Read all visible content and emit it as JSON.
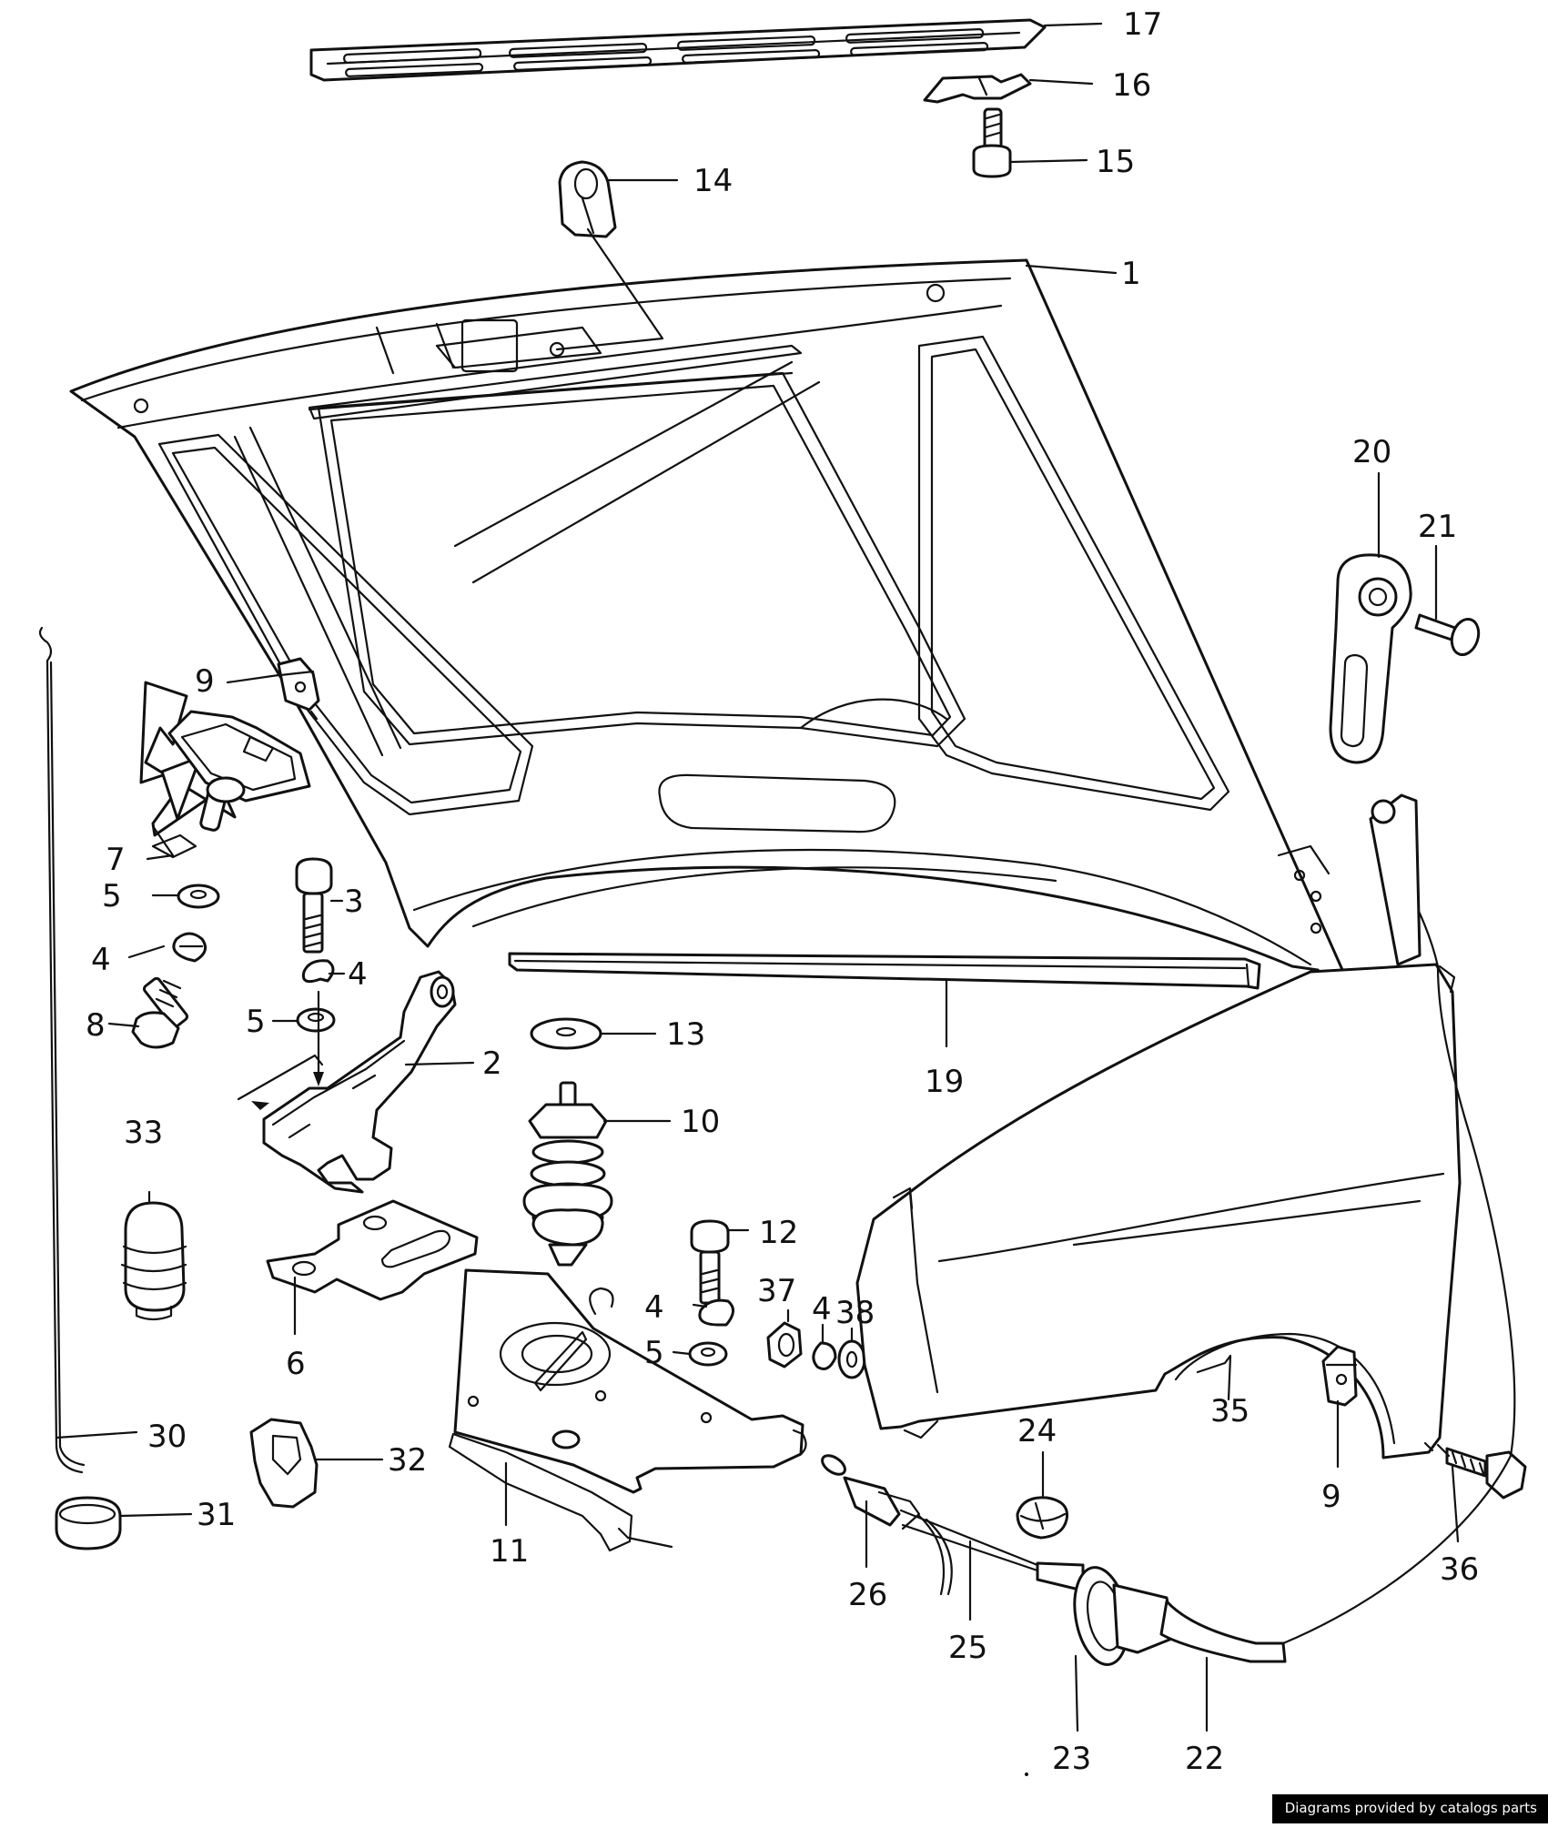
{
  "diagram": {
    "callouts": [
      "17",
      "16",
      "15",
      "14",
      "1",
      "20",
      "21",
      "9",
      "7",
      "5",
      "4",
      "8",
      "3",
      "4",
      "5",
      "2",
      "13",
      "19",
      "10",
      "33",
      "12",
      "37",
      "4",
      "38",
      "4",
      "5",
      "6",
      "35",
      "30",
      "32",
      "24",
      "9",
      "36",
      "31",
      "11",
      "26",
      "25",
      "23",
      "22"
    ]
  },
  "footer": {
    "credit": "Diagrams provided by catalogs parts"
  }
}
